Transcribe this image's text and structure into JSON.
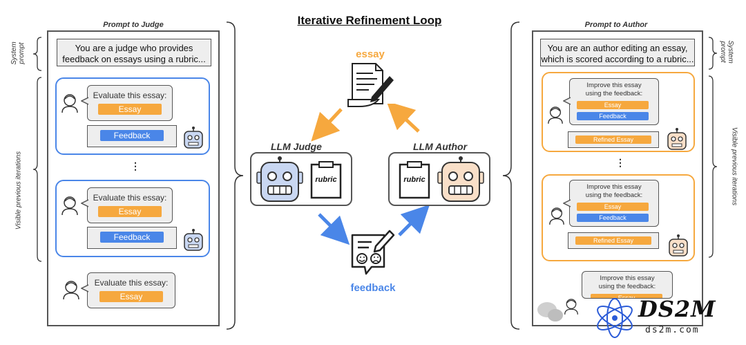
{
  "title": "Iterative Refinement Loop",
  "judge_panel": {
    "title": "Prompt to Judge",
    "system_prompt": "You are a judge who provides feedback on essays using a rubric...",
    "system_prompt_line1": "You are a judge who provides",
    "system_prompt_line2": "feedback on essays using a rubric...",
    "evaluate_text": "Evaluate this essay:",
    "essay_chip": "Essay",
    "feedback_chip": "Feedback",
    "ellipsis": "⋮"
  },
  "author_panel": {
    "title": "Prompt to Author",
    "system_prompt_line1": "You are an author editing an essay,",
    "system_prompt_line2": "which is scored according to a rubric...",
    "improve_line1": "Improve this essay",
    "improve_line2": "using the feedback:",
    "essay_chip": "Essay",
    "feedback_chip": "Feedback",
    "refined_chip": "Refined Essay",
    "ellipsis": "⋮"
  },
  "side_labels": {
    "system_line1": "System",
    "system_line2": "prompt",
    "visible": "Visible previous iterations"
  },
  "center": {
    "essay_label": "essay",
    "feedback_label": "feedback",
    "judge_title": "LLM Judge",
    "author_title": "LLM Author",
    "rubric": "rubric"
  },
  "watermark": {
    "logo": "DS2M",
    "url": "ds2m.com"
  },
  "colors": {
    "blue": "#4a86e8",
    "orange": "#f6a83e",
    "robot_blue": "#c9d7f2",
    "robot_beige": "#f9dfc8"
  }
}
